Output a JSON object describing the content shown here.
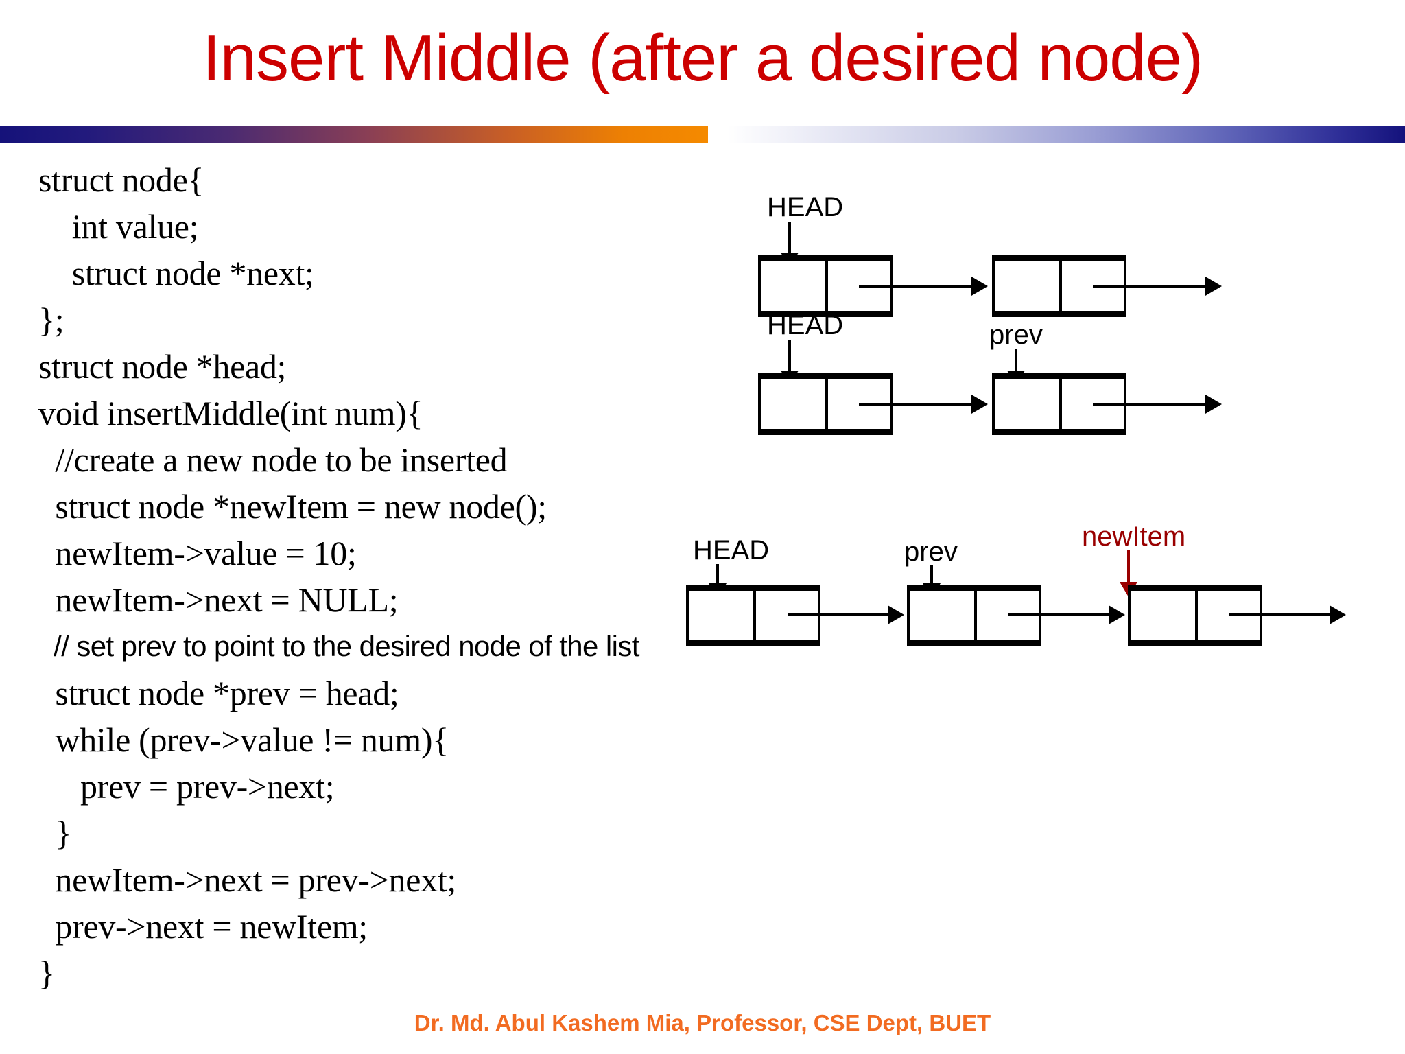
{
  "slide": {
    "title": "Insert Middle (after a desired node)",
    "title_color": "#CC0000",
    "footer": "Dr. Md. Abul Kashem Mia, Professor, CSE Dept, BUET",
    "footer_color": "#F26B21",
    "background_color": "#FFFFFF"
  },
  "divider": {
    "left_gradient_from": "#15127A",
    "left_gradient_to": "#F58A00",
    "right_gradient_from": "#FFFFFF",
    "right_gradient_to": "#14127C"
  },
  "code": {
    "lines": [
      {
        "text": "struct node{",
        "style": "serif"
      },
      {
        "text": "    int value;",
        "style": "serif"
      },
      {
        "text": "    struct node *next;",
        "style": "serif"
      },
      {
        "text": "};",
        "style": "serif"
      },
      {
        "text": "struct node *head;",
        "style": "serif"
      },
      {
        "text": "void insertMiddle(int num){",
        "style": "serif"
      },
      {
        "text": "  //create a new node to be inserted",
        "style": "serif"
      },
      {
        "text": "  struct node *newItem = new node();",
        "style": "serif"
      },
      {
        "text": "  newItem->value = 10;",
        "style": "serif"
      },
      {
        "text": "  newItem->next = NULL;",
        "style": "serif"
      },
      {
        "text": "  // set prev to point to the desired node of the list",
        "style": "sans"
      },
      {
        "text": "  struct node *prev = head;",
        "style": "serif"
      },
      {
        "text": "  while (prev->value != num){",
        "style": "serif"
      },
      {
        "text": "     prev = prev->next;",
        "style": "serif"
      },
      {
        "text": "  }",
        "style": "serif"
      },
      {
        "text": "  newItem->next = prev->next;",
        "style": "serif"
      },
      {
        "text": "  prev->next = newItem;",
        "style": "serif"
      },
      {
        "text": "}",
        "style": "serif"
      }
    ]
  },
  "diagrams": [
    {
      "id": "diagram-initial-list",
      "caption_nodes": 2,
      "pointers": [
        {
          "label": "HEAD",
          "color": "#000000",
          "target_node": 1
        }
      ]
    },
    {
      "id": "diagram-prev-located",
      "caption_nodes": 2,
      "pointers": [
        {
          "label": "HEAD",
          "color": "#000000",
          "target_node": 1
        },
        {
          "label": "prev",
          "color": "#000000",
          "target_node": 2
        }
      ]
    },
    {
      "id": "diagram-after-insert",
      "caption_nodes": 3,
      "pointers": [
        {
          "label": "HEAD",
          "color": "#000000",
          "target_node": 1
        },
        {
          "label": "prev",
          "color": "#000000",
          "target_node": 2
        },
        {
          "label": "newItem",
          "color": "#990000",
          "target_node": 3
        }
      ]
    }
  ]
}
